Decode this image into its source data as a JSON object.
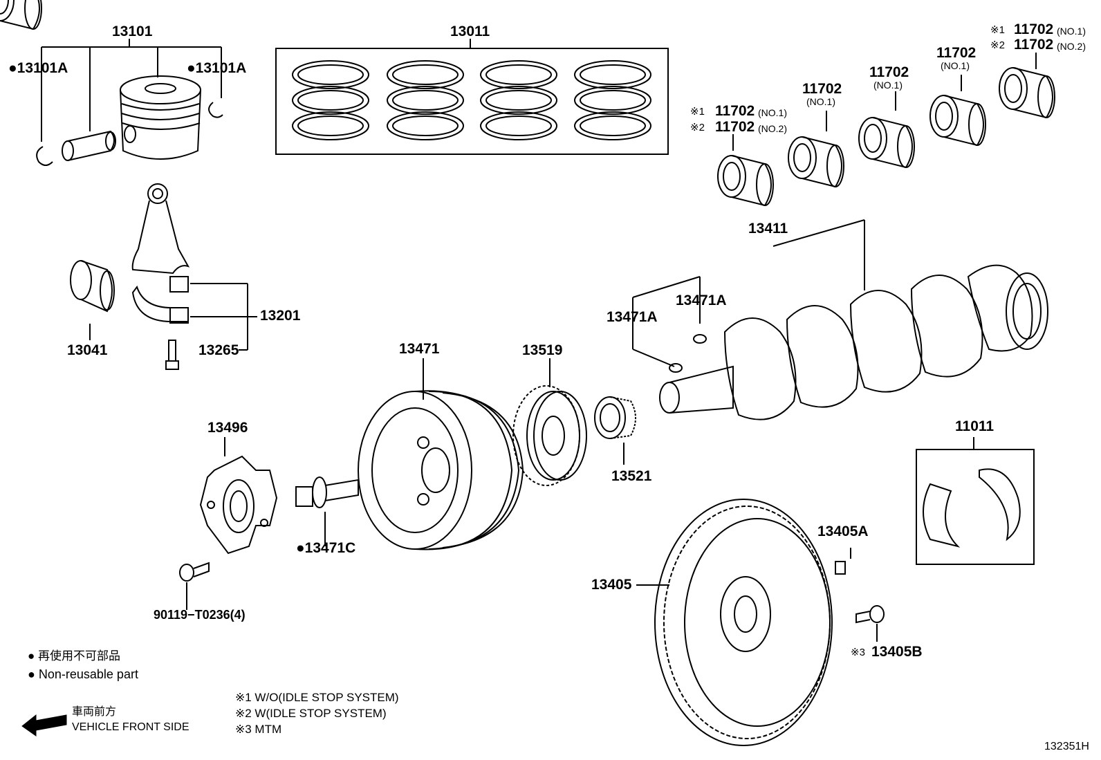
{
  "labels": {
    "p13101": "13101",
    "p13101a_left": "●13101A",
    "p13101a_right": "●13101A",
    "p13011": "13011",
    "p13041": "13041",
    "p13201": "13201",
    "p13265": "13265",
    "p13411": "13411",
    "p13471a_1": "13471A",
    "p13471a_2": "13471A",
    "p13471": "13471",
    "p13519": "13519",
    "p13521": "13521",
    "p13496": "13496",
    "p13471c": "●13471C",
    "p90119": "90119−T0236(4)",
    "p11011": "11011",
    "p13405a": "13405A",
    "p13405": "13405",
    "p13405b_mark": "※3",
    "p13405b": "13405B",
    "b1_mark1": "※1",
    "b1_num1": "11702",
    "b1_sub1": "(NO.1)",
    "b1_mark2": "※2",
    "b1_num2": "11702",
    "b1_sub2": "(NO.2)",
    "b2_num": "11702",
    "b2_sub": "(NO.1)",
    "b3_num": "11702",
    "b3_sub": "(NO.1)",
    "b4_num": "11702",
    "b4_sub": "(NO.1)",
    "b5_mark1": "※1",
    "b5_num1": "11702",
    "b5_sub1": "(NO.1)",
    "b5_mark2": "※2",
    "b5_num2": "11702",
    "b5_sub2": "(NO.2)"
  },
  "legend": {
    "non_reusable_jp": "● 再使用不可部品",
    "non_reusable_en": "● Non-reusable part",
    "note1": "※1 W/O(IDLE STOP SYSTEM)",
    "note2": "※2 W(IDLE STOP SYSTEM)",
    "note3": "※3 MTM",
    "front_jp": "車両前方",
    "front_en": "VEHICLE FRONT SIDE",
    "drawing_id": "132351H"
  },
  "colors": {
    "line": "#000000",
    "background": "#ffffff"
  },
  "icons": {
    "front_arrow": "arrow-left-icon"
  }
}
